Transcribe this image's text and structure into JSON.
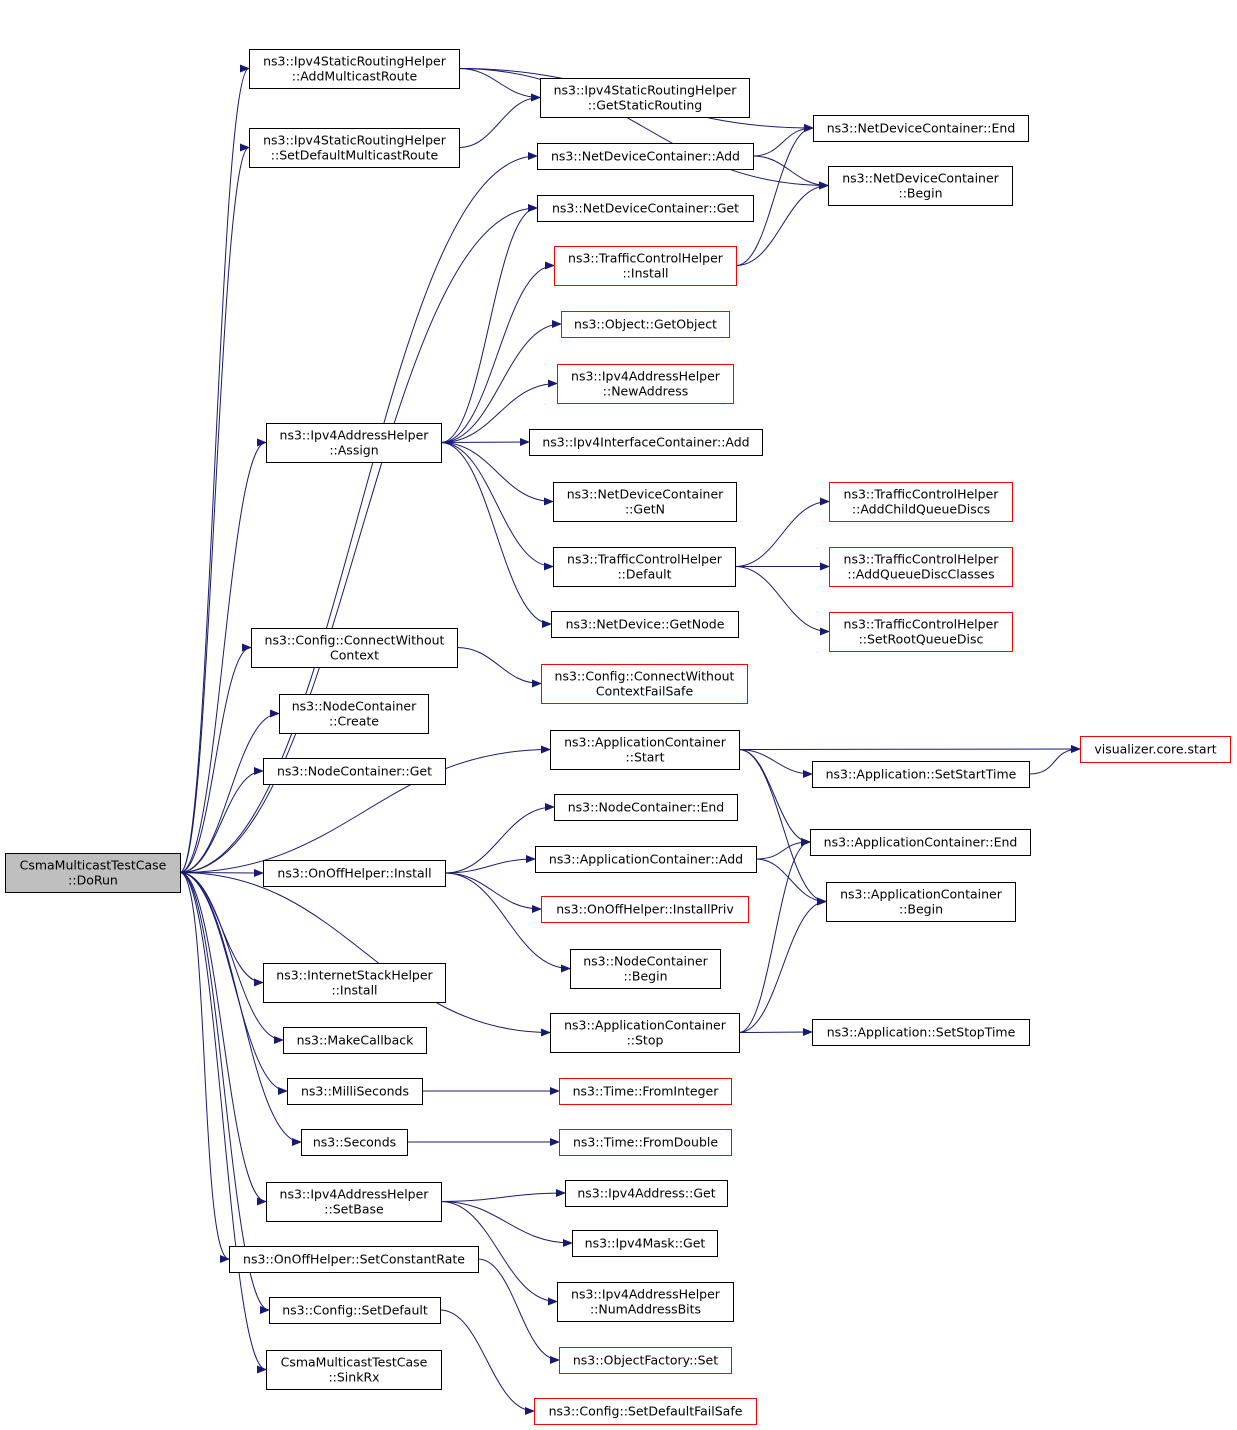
{
  "diagram": {
    "colors": {
      "edge": "#191970",
      "border": "#000000",
      "border_undocumented": "#ff0000",
      "root_fill": "#bfbfbf"
    },
    "nodes": [
      {
        "id": "root",
        "lines": [
          "CsmaMulticastTestCase",
          "::DoRun"
        ],
        "style": "root"
      },
      {
        "id": "addMulticastRoute",
        "lines": [
          "ns3::Ipv4StaticRoutingHelper",
          "::AddMulticastRoute"
        ]
      },
      {
        "id": "setDefaultMulticastRoute",
        "lines": [
          "ns3::Ipv4StaticRoutingHelper",
          "::SetDefaultMulticastRoute"
        ]
      },
      {
        "id": "getStaticRouting",
        "lines": [
          "ns3::Ipv4StaticRoutingHelper",
          "::GetStaticRouting"
        ]
      },
      {
        "id": "ndcEnd",
        "lines": [
          "ns3::NetDeviceContainer::End"
        ]
      },
      {
        "id": "ndcAdd",
        "lines": [
          "ns3::NetDeviceContainer::Add"
        ]
      },
      {
        "id": "ndcBegin",
        "lines": [
          "ns3::NetDeviceContainer",
          "::Begin"
        ]
      },
      {
        "id": "ndcGet",
        "lines": [
          "ns3::NetDeviceContainer::Get"
        ]
      },
      {
        "id": "tchInstall",
        "lines": [
          "ns3::TrafficControlHelper",
          "::Install"
        ],
        "style": "red"
      },
      {
        "id": "getObject",
        "lines": [
          "ns3::Object::GetObject"
        ],
        "style": "red"
      },
      {
        "id": "newAddress",
        "lines": [
          "ns3::Ipv4AddressHelper",
          "::NewAddress"
        ],
        "style": "red"
      },
      {
        "id": "assign",
        "lines": [
          "ns3::Ipv4AddressHelper",
          "::Assign"
        ]
      },
      {
        "id": "iicAdd",
        "lines": [
          "ns3::Ipv4InterfaceContainer::Add"
        ]
      },
      {
        "id": "ndcGetN",
        "lines": [
          "ns3::NetDeviceContainer",
          "::GetN"
        ]
      },
      {
        "id": "addChildQueueDiscs",
        "lines": [
          "ns3::TrafficControlHelper",
          "::AddChildQueueDiscs"
        ],
        "style": "red"
      },
      {
        "id": "tchDefault",
        "lines": [
          "ns3::TrafficControlHelper",
          "::Default"
        ]
      },
      {
        "id": "addQueueDiscClasses",
        "lines": [
          "ns3::TrafficControlHelper",
          "::AddQueueDiscClasses"
        ],
        "style": "red"
      },
      {
        "id": "getNode",
        "lines": [
          "ns3::NetDevice::GetNode"
        ]
      },
      {
        "id": "setRootQueueDisc",
        "lines": [
          "ns3::TrafficControlHelper",
          "::SetRootQueueDisc"
        ],
        "style": "red"
      },
      {
        "id": "connectWithoutContext",
        "lines": [
          "ns3::Config::ConnectWithout",
          "Context"
        ]
      },
      {
        "id": "connectFailSafe",
        "lines": [
          "ns3::Config::ConnectWithout",
          "ContextFailSafe"
        ],
        "style": "red"
      },
      {
        "id": "ncCreate",
        "lines": [
          "ns3::NodeContainer",
          "::Create"
        ]
      },
      {
        "id": "acStart",
        "lines": [
          "ns3::ApplicationContainer",
          "::Start"
        ]
      },
      {
        "id": "vizStart",
        "lines": [
          "visualizer.core.start"
        ],
        "style": "red"
      },
      {
        "id": "ncGet",
        "lines": [
          "ns3::NodeContainer::Get"
        ]
      },
      {
        "id": "setStartTime",
        "lines": [
          "ns3::Application::SetStartTime"
        ]
      },
      {
        "id": "ncEnd",
        "lines": [
          "ns3::NodeContainer::End"
        ]
      },
      {
        "id": "acEnd",
        "lines": [
          "ns3::ApplicationContainer::End"
        ]
      },
      {
        "id": "onoffInstall",
        "lines": [
          "ns3::OnOffHelper::Install"
        ]
      },
      {
        "id": "acAdd",
        "lines": [
          "ns3::ApplicationContainer::Add"
        ]
      },
      {
        "id": "acBegin",
        "lines": [
          "ns3::ApplicationContainer",
          "::Begin"
        ]
      },
      {
        "id": "installPriv",
        "lines": [
          "ns3::OnOffHelper::InstallPriv"
        ],
        "style": "red"
      },
      {
        "id": "ncBegin",
        "lines": [
          "ns3::NodeContainer",
          "::Begin"
        ]
      },
      {
        "id": "ishInstall",
        "lines": [
          "ns3::InternetStackHelper",
          "::Install"
        ]
      },
      {
        "id": "acStop",
        "lines": [
          "ns3::ApplicationContainer",
          "::Stop"
        ]
      },
      {
        "id": "setStopTime",
        "lines": [
          "ns3::Application::SetStopTime"
        ]
      },
      {
        "id": "makeCallback",
        "lines": [
          "ns3::MakeCallback"
        ]
      },
      {
        "id": "milliSeconds",
        "lines": [
          "ns3::MilliSeconds"
        ]
      },
      {
        "id": "fromInteger",
        "lines": [
          "ns3::Time::FromInteger"
        ],
        "style": "red"
      },
      {
        "id": "seconds",
        "lines": [
          "ns3::Seconds"
        ]
      },
      {
        "id": "fromDouble",
        "lines": [
          "ns3::Time::FromDouble"
        ],
        "style": "red"
      },
      {
        "id": "setBase",
        "lines": [
          "ns3::Ipv4AddressHelper",
          "::SetBase"
        ]
      },
      {
        "id": "ipv4AddressGet",
        "lines": [
          "ns3::Ipv4Address::Get"
        ]
      },
      {
        "id": "ipv4MaskGet",
        "lines": [
          "ns3::Ipv4Mask::Get"
        ]
      },
      {
        "id": "numAddressBits",
        "lines": [
          "ns3::Ipv4AddressHelper",
          "::NumAddressBits"
        ]
      },
      {
        "id": "setConstantRate",
        "lines": [
          "ns3::OnOffHelper::SetConstantRate"
        ]
      },
      {
        "id": "objectFactorySet",
        "lines": [
          "ns3::ObjectFactory::Set"
        ],
        "style": "red"
      },
      {
        "id": "configSetDefault",
        "lines": [
          "ns3::Config::SetDefault"
        ]
      },
      {
        "id": "setDefaultFailSafe",
        "lines": [
          "ns3::Config::SetDefaultFailSafe"
        ],
        "style": "red"
      },
      {
        "id": "sinkRx",
        "lines": [
          "CsmaMulticastTestCase",
          "::SinkRx"
        ]
      }
    ],
    "edges": [
      [
        "root",
        "addMulticastRoute"
      ],
      [
        "root",
        "setDefaultMulticastRoute"
      ],
      [
        "root",
        "ndcAdd"
      ],
      [
        "root",
        "ndcGet"
      ],
      [
        "root",
        "assign"
      ],
      [
        "root",
        "connectWithoutContext"
      ],
      [
        "root",
        "ncCreate"
      ],
      [
        "root",
        "ncGet"
      ],
      [
        "root",
        "acStart"
      ],
      [
        "root",
        "onoffInstall"
      ],
      [
        "root",
        "ishInstall"
      ],
      [
        "root",
        "acStop"
      ],
      [
        "root",
        "makeCallback"
      ],
      [
        "root",
        "milliSeconds"
      ],
      [
        "root",
        "seconds"
      ],
      [
        "root",
        "setBase"
      ],
      [
        "root",
        "setConstantRate"
      ],
      [
        "root",
        "configSetDefault"
      ],
      [
        "root",
        "sinkRx"
      ],
      [
        "addMulticastRoute",
        "getStaticRouting"
      ],
      [
        "addMulticastRoute",
        "ndcEnd"
      ],
      [
        "addMulticastRoute",
        "ndcBegin"
      ],
      [
        "setDefaultMulticastRoute",
        "getStaticRouting"
      ],
      [
        "ndcAdd",
        "ndcEnd"
      ],
      [
        "ndcAdd",
        "ndcBegin"
      ],
      [
        "tchInstall",
        "ndcEnd"
      ],
      [
        "tchInstall",
        "ndcBegin"
      ],
      [
        "assign",
        "ndcGet"
      ],
      [
        "assign",
        "tchInstall"
      ],
      [
        "assign",
        "getObject"
      ],
      [
        "assign",
        "newAddress"
      ],
      [
        "assign",
        "iicAdd"
      ],
      [
        "assign",
        "ndcGetN"
      ],
      [
        "assign",
        "tchDefault"
      ],
      [
        "assign",
        "getNode"
      ],
      [
        "tchDefault",
        "addChildQueueDiscs"
      ],
      [
        "tchDefault",
        "addQueueDiscClasses"
      ],
      [
        "tchDefault",
        "setRootQueueDisc"
      ],
      [
        "connectWithoutContext",
        "connectFailSafe"
      ],
      [
        "acStart",
        "vizStart"
      ],
      [
        "acStart",
        "setStartTime"
      ],
      [
        "acStart",
        "acEnd"
      ],
      [
        "acStart",
        "acBegin"
      ],
      [
        "setStartTime",
        "vizStart"
      ],
      [
        "onoffInstall",
        "ncEnd"
      ],
      [
        "onoffInstall",
        "acAdd"
      ],
      [
        "onoffInstall",
        "installPriv"
      ],
      [
        "onoffInstall",
        "ncBegin"
      ],
      [
        "acAdd",
        "acEnd"
      ],
      [
        "acAdd",
        "acBegin"
      ],
      [
        "acStop",
        "acEnd"
      ],
      [
        "acStop",
        "acBegin"
      ],
      [
        "acStop",
        "setStopTime"
      ],
      [
        "milliSeconds",
        "fromInteger"
      ],
      [
        "seconds",
        "fromDouble"
      ],
      [
        "setBase",
        "ipv4AddressGet"
      ],
      [
        "setBase",
        "ipv4MaskGet"
      ],
      [
        "setBase",
        "numAddressBits"
      ],
      [
        "setConstantRate",
        "objectFactorySet"
      ],
      [
        "configSetDefault",
        "setDefaultFailSafe"
      ]
    ]
  }
}
